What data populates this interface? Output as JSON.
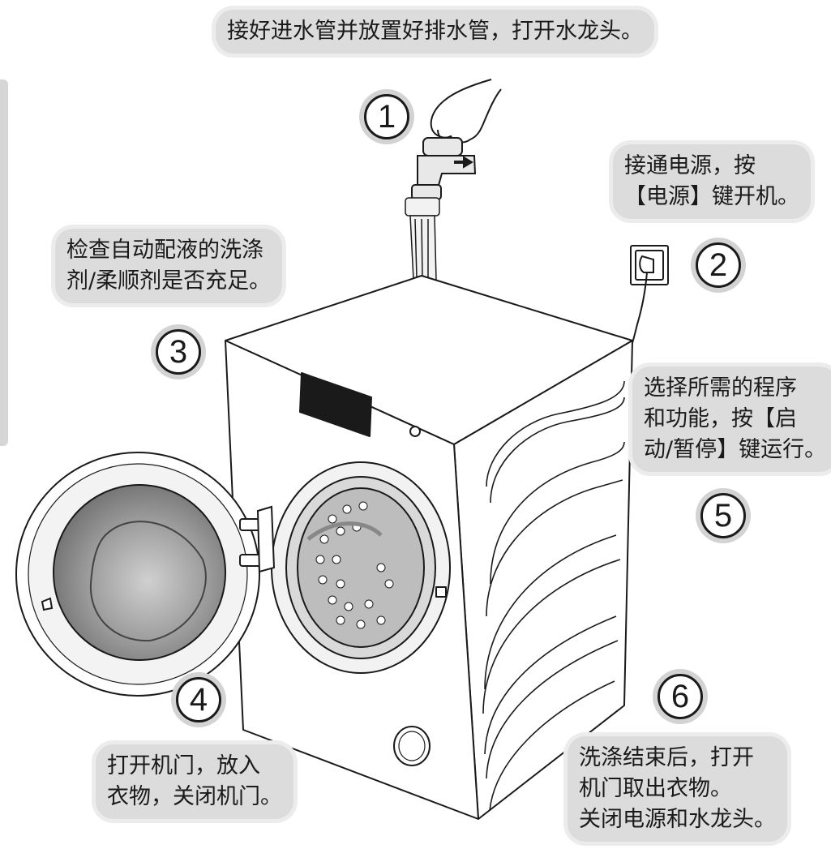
{
  "steps": [
    {
      "number": "1",
      "lines": [
        "接好进水管并放置好排水管，打开水龙头。"
      ]
    },
    {
      "number": "2",
      "lines": [
        "接通电源，按",
        "【电源】键开机。"
      ]
    },
    {
      "number": "3",
      "lines": [
        "检查自动配液的洗涤",
        "剂/柔顺剂是否充足。"
      ]
    },
    {
      "number": "4",
      "lines": [
        "打开机门，放入",
        "衣物，关闭机门。"
      ]
    },
    {
      "number": "5",
      "lines": [
        "选择所需的程序",
        "和功能，按【启",
        "动/暂停】键运行。"
      ]
    },
    {
      "number": "6",
      "lines": [
        "洗涤结束后，打开",
        "机门取出衣物。",
        "关闭电源和水龙头。"
      ]
    }
  ],
  "colors": {
    "bubble": "#dcdcdc",
    "badge_ring": "#d3d3d3",
    "line": "#1a1a1a",
    "glass": "#8a8a8a"
  }
}
